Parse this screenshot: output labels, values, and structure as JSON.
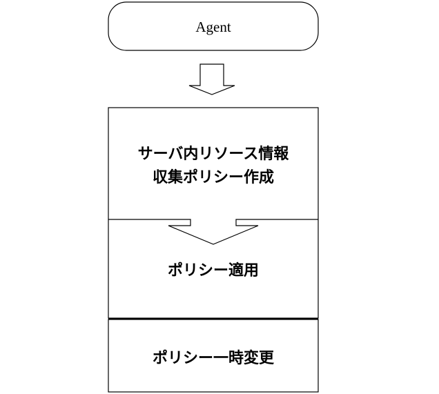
{
  "agent": {
    "label": "Agent"
  },
  "steps": [
    {
      "line1": "サーバ内リソース情報",
      "line2": "収集ポリシー作成"
    },
    {
      "line1": "ポリシー適用"
    },
    {
      "line1": "ポリシー一時変更"
    }
  ]
}
